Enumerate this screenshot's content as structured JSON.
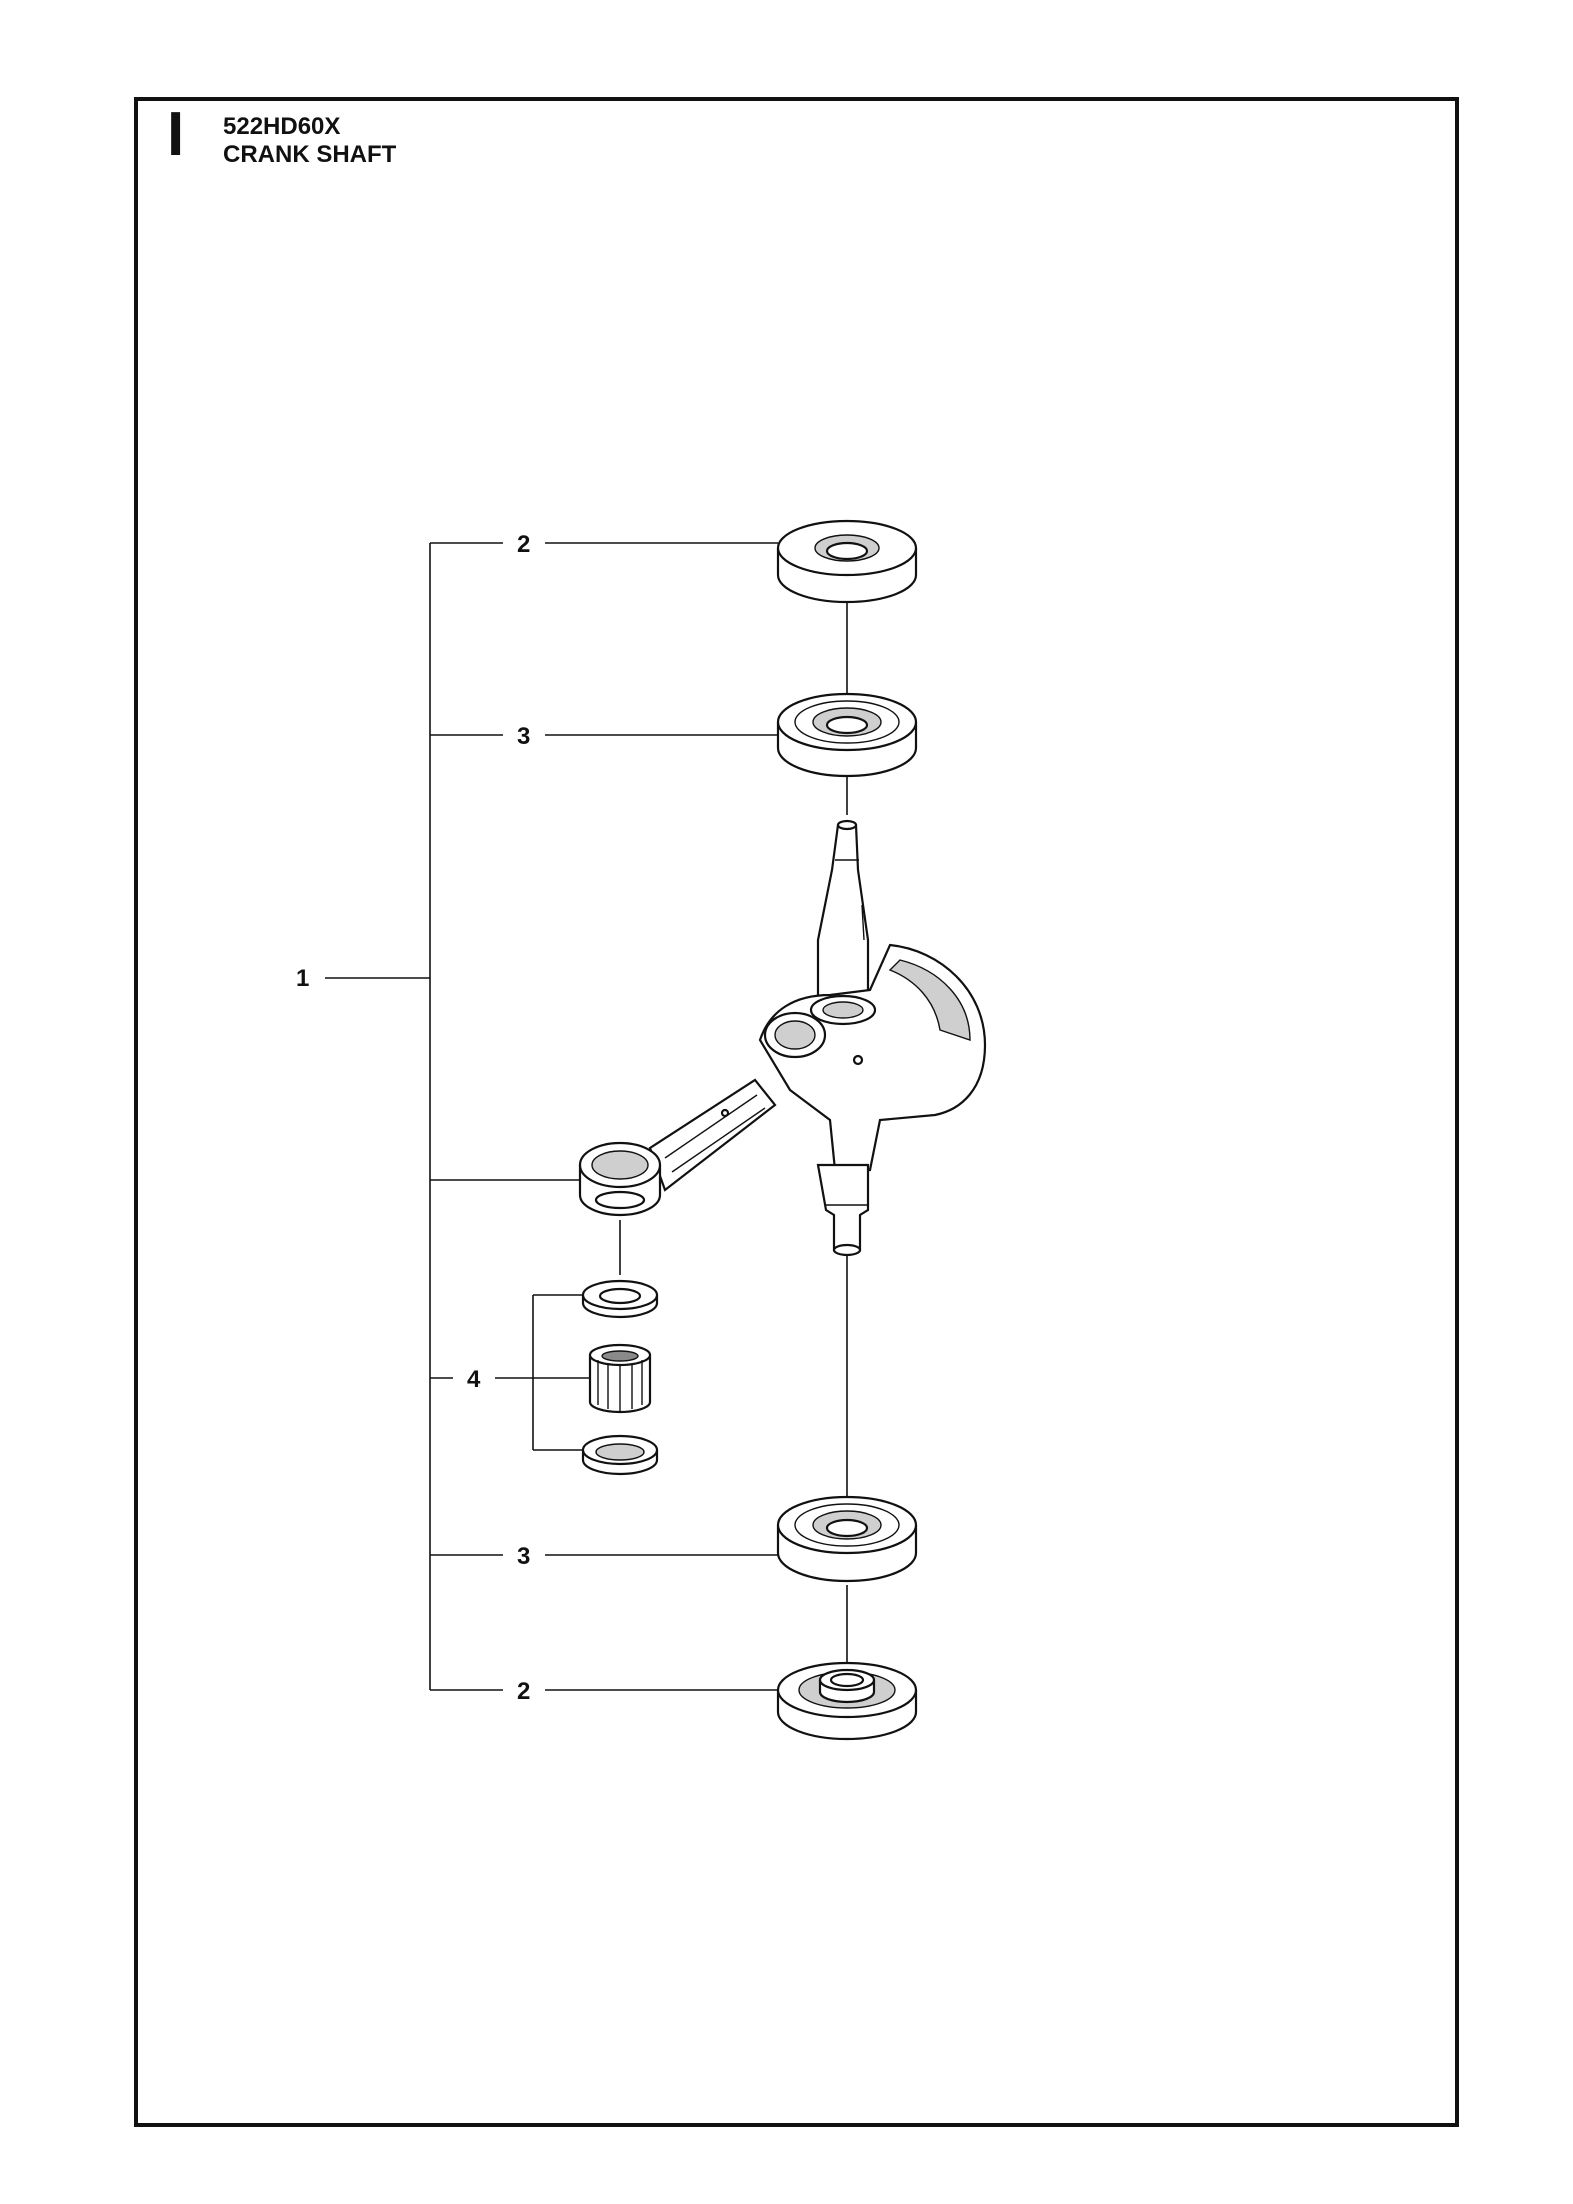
{
  "header": {
    "section_letter": "I",
    "model_code": "522HD60X",
    "title": "CRANK SHAFT"
  },
  "callouts": {
    "assembly": "1",
    "seal_top": "2",
    "bearing_top": "3",
    "needle_bearing_kit": "4",
    "bearing_bottom": "3",
    "seal_bottom": "2"
  }
}
